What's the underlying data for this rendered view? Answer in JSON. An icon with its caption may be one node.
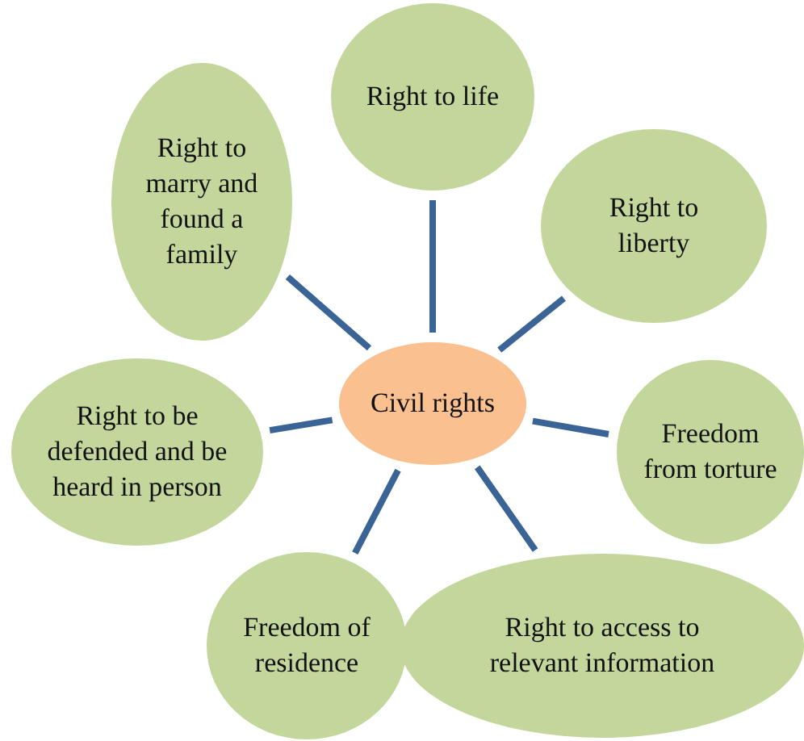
{
  "diagram": {
    "nodes": [
      {
        "text": [
          "Civil rights"
        ]
      },
      {
        "text": [
          "Right to life"
        ]
      },
      {
        "text": [
          "Right to liberty"
        ]
      },
      {
        "text": [
          "Freedom from torture"
        ]
      },
      {
        "text": [
          "Right to access to relevant information"
        ]
      },
      {
        "text": [
          "Freedom of residence"
        ]
      },
      {
        "text": [
          "Right to be defended and be heard in person"
        ]
      },
      {
        "text": [
          "Right to marry and found a family"
        ]
      }
    ],
    "edges": [
      {
        "from": 0,
        "to": 1,
        "arrow": "none"
      },
      {
        "from": 0,
        "to": 2,
        "arrow": "none"
      },
      {
        "from": 0,
        "to": 3,
        "arrow": "none"
      },
      {
        "from": 0,
        "to": 4,
        "arrow": "none"
      },
      {
        "from": 0,
        "to": 5,
        "arrow": "none"
      },
      {
        "from": 0,
        "to": 6,
        "arrow": "none"
      },
      {
        "from": 0,
        "to": 7,
        "arrow": "none"
      }
    ]
  }
}
